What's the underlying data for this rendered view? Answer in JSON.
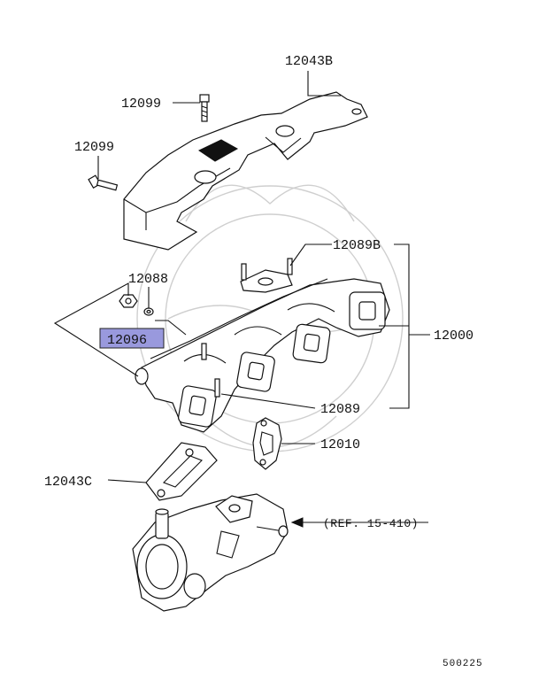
{
  "diagram": {
    "callouts": [
      {
        "id": "12043B",
        "text": "12043B"
      },
      {
        "id": "12099a",
        "text": "12099"
      },
      {
        "id": "12099b",
        "text": "12099"
      },
      {
        "id": "12089B",
        "text": "12089B"
      },
      {
        "id": "12088",
        "text": "12088"
      },
      {
        "id": "12096",
        "text": "12096",
        "highlighted": true
      },
      {
        "id": "12000",
        "text": "12000"
      },
      {
        "id": "12089",
        "text": "12089"
      },
      {
        "id": "12010",
        "text": "12010"
      },
      {
        "id": "12043C",
        "text": "12043C"
      }
    ],
    "reference": "(REF. 15-410)",
    "image_code": "500225",
    "highlight_color": "#9999dd"
  }
}
